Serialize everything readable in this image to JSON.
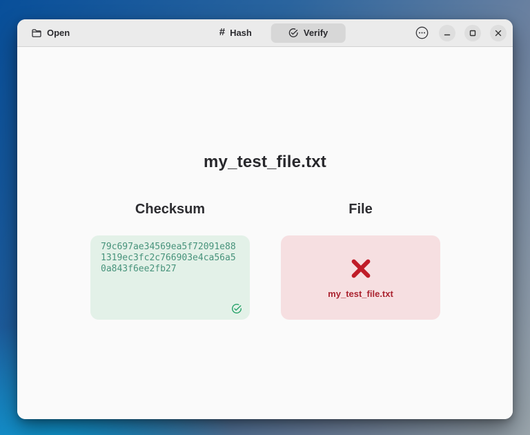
{
  "header": {
    "open_label": "Open",
    "hash_tab": "Hash",
    "verify_tab": "Verify",
    "icons": {
      "open": "folder-icon",
      "hash": "hash-icon",
      "verify": "verified-check-icon",
      "menu": "menu-dots-icon",
      "window_controls": [
        "minimize-icon",
        "maximize-icon",
        "close-icon"
      ]
    }
  },
  "main": {
    "title": "my_test_file.txt",
    "checksum": {
      "heading": "Checksum",
      "value": "79c697ae34569ea5f72091e881319ec3fc2c766903e4ca56a50a843f6ee2fb27",
      "status_icon": "check-circle-icon"
    },
    "file": {
      "heading": "File",
      "name": "my_test_file.txt",
      "status_icon": "x-mark-icon"
    }
  },
  "colors": {
    "checksum_card_bg": "#e3f1e8",
    "checksum_text": "#47937b",
    "success_green": "#26a269",
    "file_card_bg": "#f6dfe1",
    "error_red": "#c01c28",
    "filename_red": "#ab2330",
    "headerbar_bg": "#ebebeb",
    "active_tab_bg": "#d7d7d7",
    "content_bg": "#fafafa"
  }
}
